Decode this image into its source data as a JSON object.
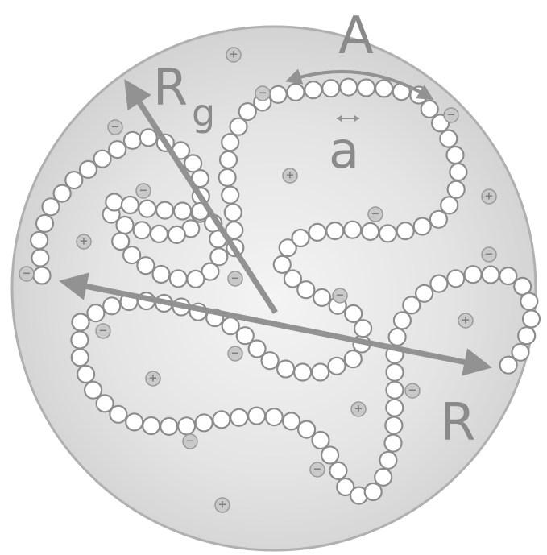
{
  "labels": {
    "radius_of_gyration": "R",
    "radius_of_gyration_sub": "g",
    "end_to_end": "R",
    "contour_length": "A",
    "monomer_size": "a"
  },
  "ion_symbols": {
    "cation": "+",
    "anion": "−"
  },
  "colors": {
    "background": "#ffffff",
    "coil_fill": "#d8d8d8",
    "coil_edge": "#a9a9a9",
    "monomer_fill": "#ffffff",
    "monomer_stroke": "#8c8c8c",
    "arrow": "#929292",
    "label": "#8a8a8a",
    "ion_fill": "#c9c9c9",
    "ion_stroke": "#9a9a9a"
  }
}
